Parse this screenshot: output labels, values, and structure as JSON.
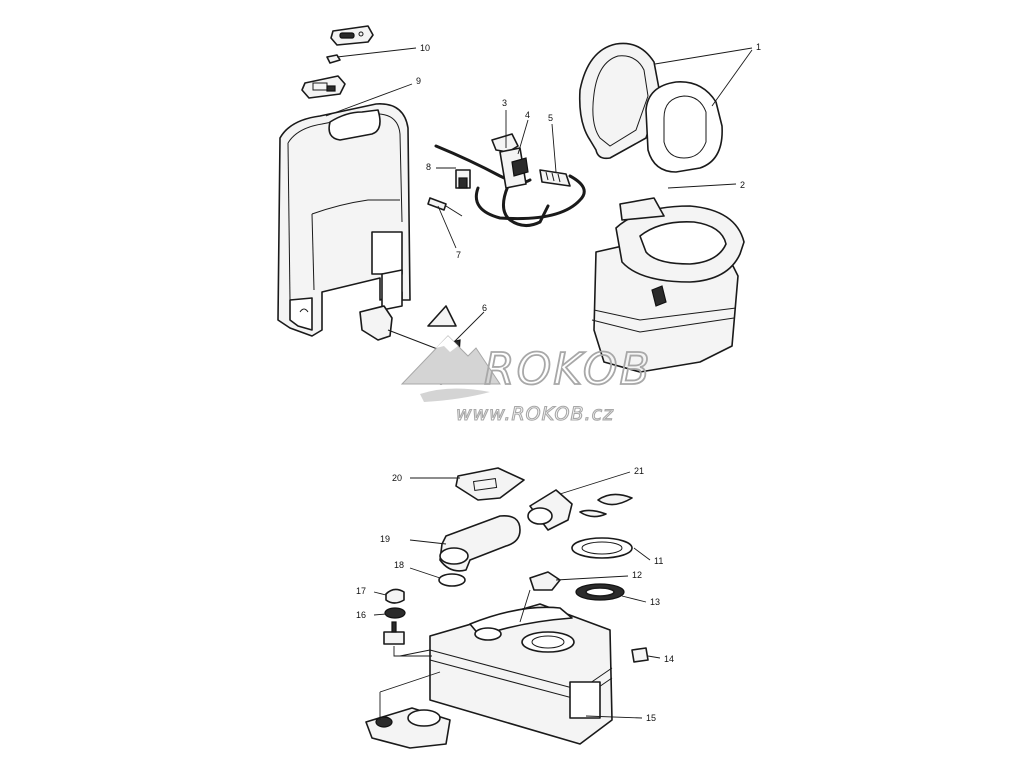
{
  "watermark": {
    "logo": "ROKOB",
    "url": "www.ROKOB.cz"
  },
  "callouts": [
    "1",
    "2",
    "3",
    "4",
    "5",
    "6",
    "7",
    "8",
    "9",
    "10",
    "11",
    "12",
    "13",
    "14",
    "15",
    "16",
    "17",
    "18",
    "19",
    "20",
    "21"
  ],
  "colors": {
    "line": "#1a1a1a",
    "fill": "#f4f4f4",
    "watermark": "#a8a8a8"
  }
}
